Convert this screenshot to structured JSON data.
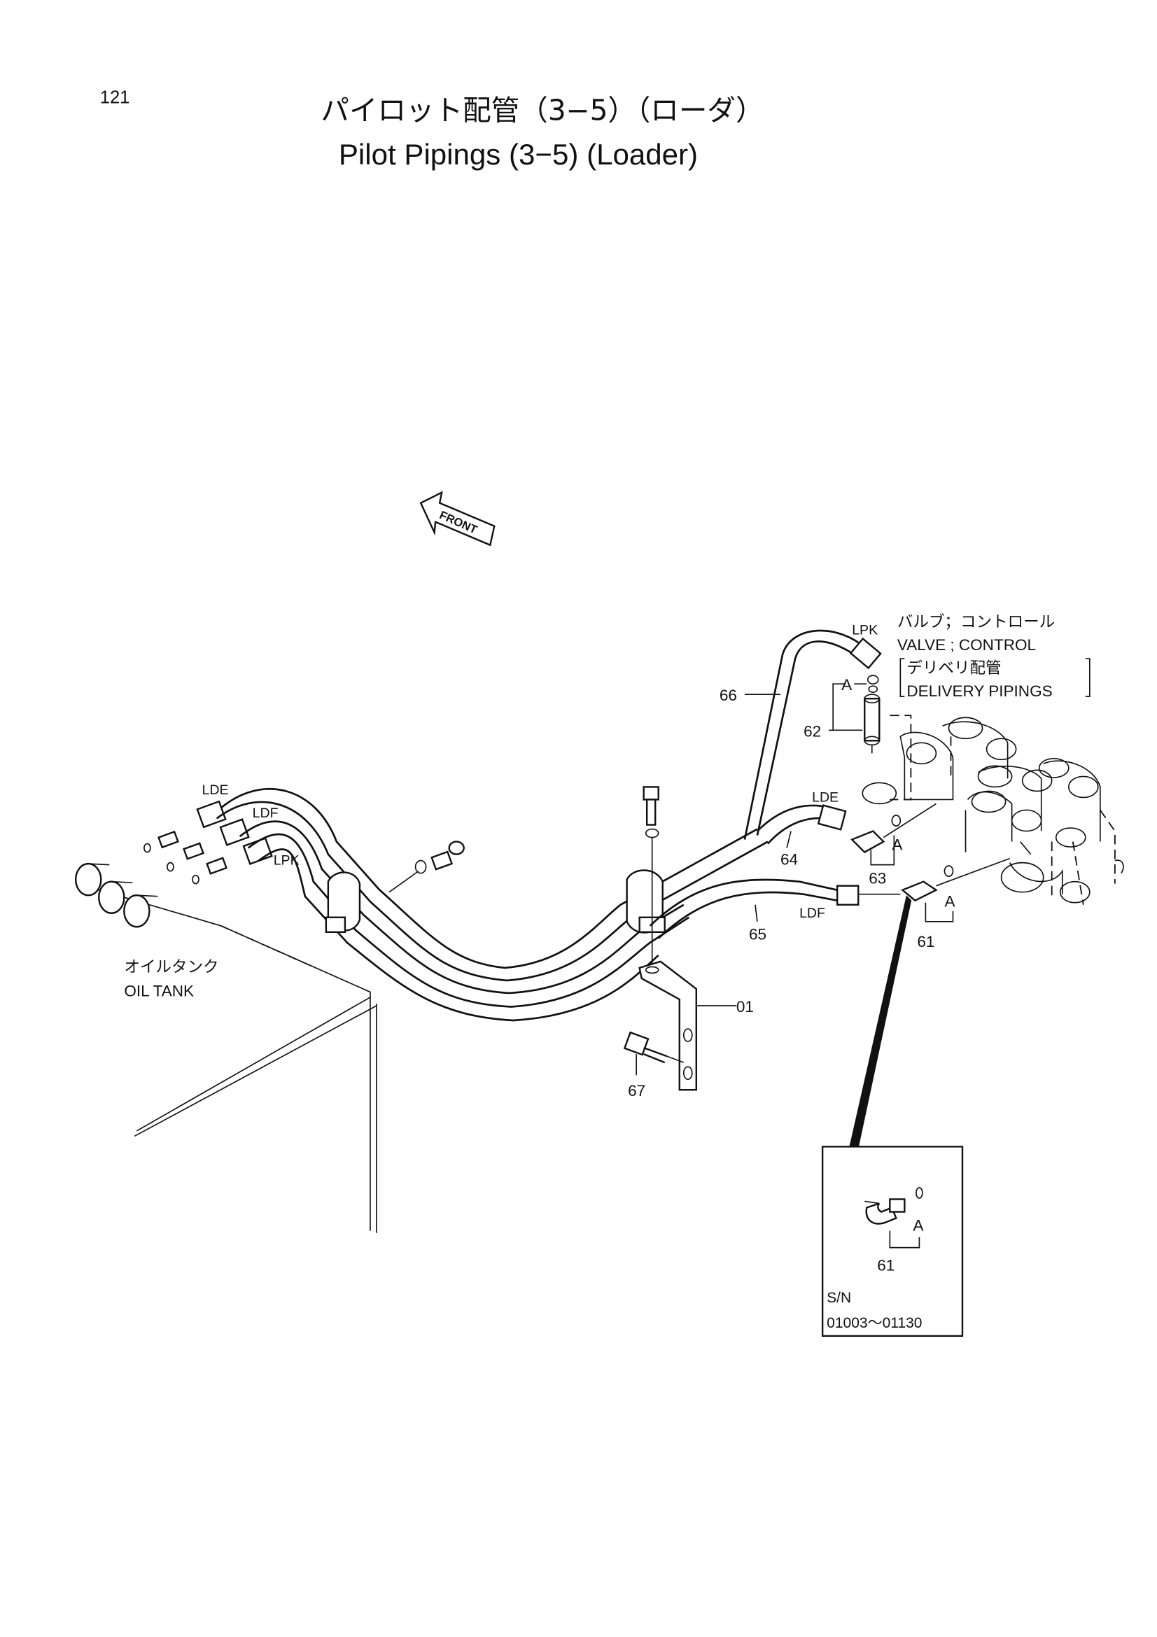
{
  "page": {
    "number": "121",
    "title_jp": "パイロット配管（3−5）（ローダ）",
    "title_en": "Pilot Pipings (3−5) (Loader)"
  },
  "front_arrow": {
    "label": "FRONT"
  },
  "valve_note": {
    "jp": "バルブ；コントロール",
    "en": "VALVE ; CONTROL",
    "sub_jp": "デリベリ配管",
    "sub_en": "DELIVERY PIPINGS"
  },
  "tank_note": {
    "jp": "オイルタンク",
    "en": "OIL TANK"
  },
  "port_labels": {
    "lde_left": "LDE",
    "ldf_left": "LDF",
    "lpk_left": "LPK",
    "lpk_top": "LPK",
    "lde_right": "LDE",
    "ldf_right": "LDF"
  },
  "callouts": {
    "p01": "01",
    "p61": "61",
    "p62": "62",
    "p63": "63",
    "p64": "64",
    "p65": "65",
    "p66": "66",
    "p67": "67",
    "a_62": "A",
    "a_63": "A",
    "a_61": "A"
  },
  "inset": {
    "part": "61",
    "a_label": "A",
    "serial_label": "S/N",
    "serial_range": "01003～01130"
  }
}
